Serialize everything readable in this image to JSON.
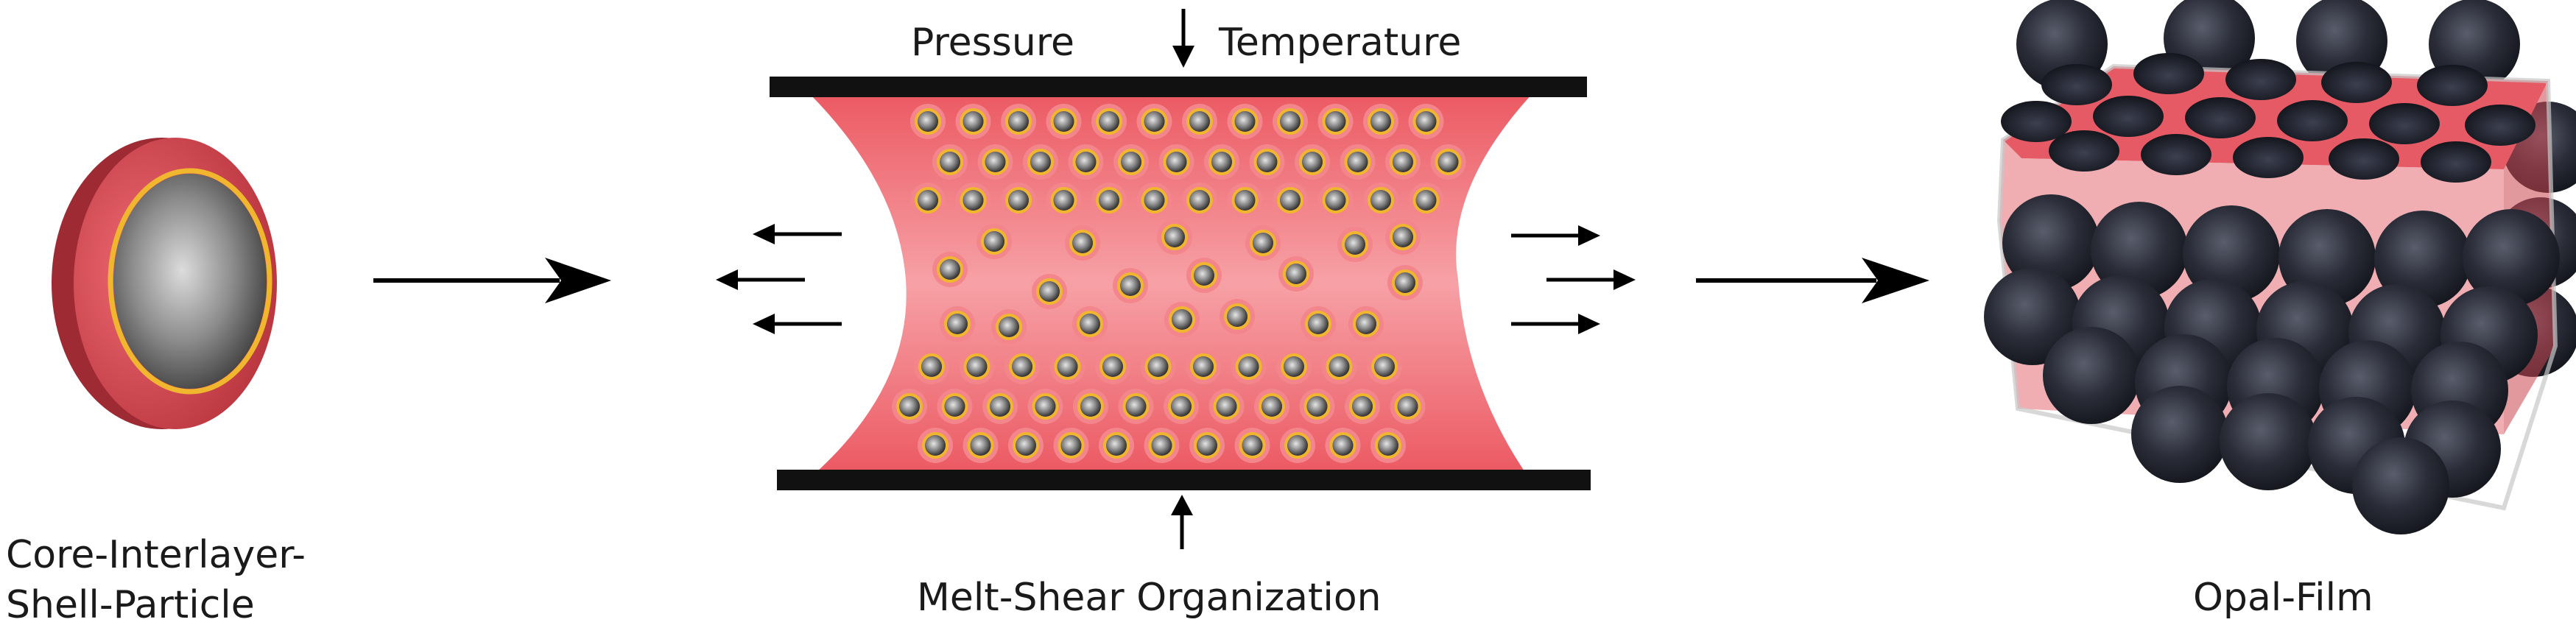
{
  "labels": {
    "core_particle_line1": "Core-Interlayer-",
    "core_particle_line2": "Shell-Particle",
    "pressure": "Pressure",
    "temperature": "Temperature",
    "melt_shear": "Melt-Shear Organization",
    "opal_film": "Opal-Film"
  },
  "colors": {
    "shell": "#e8505a",
    "shell_light": "#f5878d",
    "interlayer": "#f0b72e",
    "core": "#8c8c8c",
    "film_sphere": "#2a2d38",
    "plate": "#111111",
    "arrow": "#000000"
  },
  "icons": {
    "process_arrow": "right-arrow-icon",
    "pressure_arrow": "down-arrow-icon"
  }
}
